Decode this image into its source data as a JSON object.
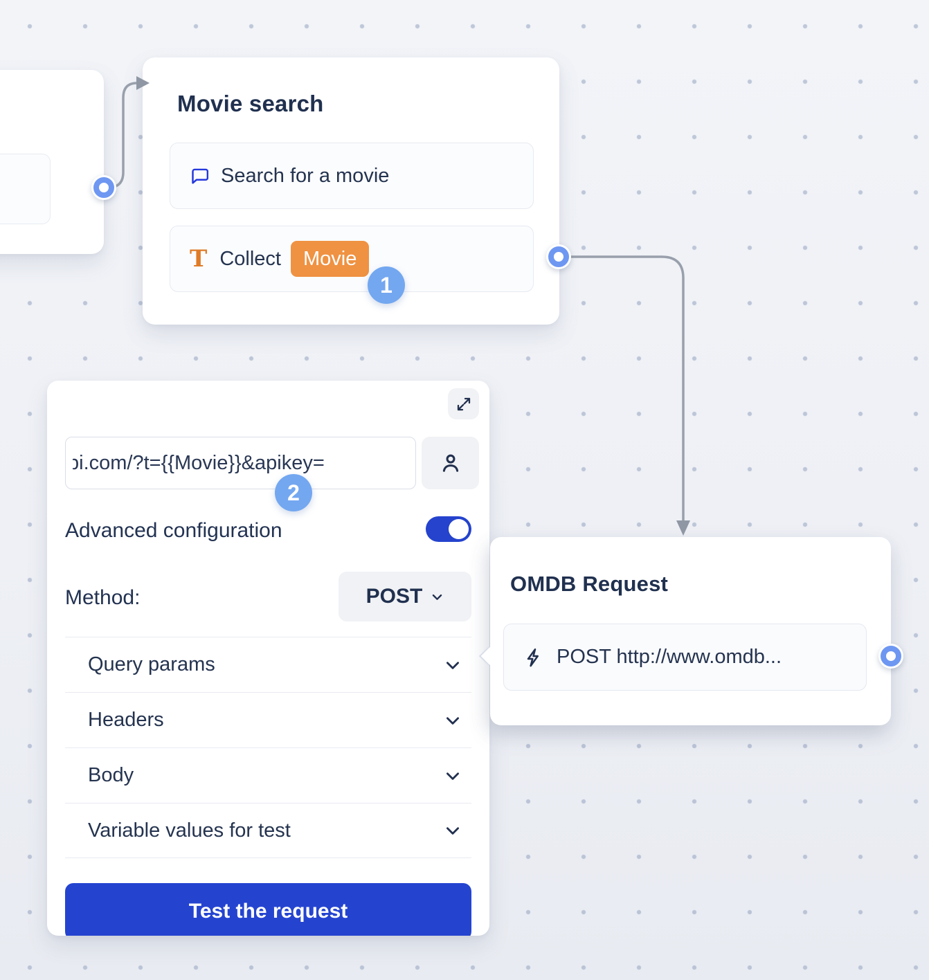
{
  "colors": {
    "accent_blue": "#2444d0",
    "toggle_blue": "#2543cd",
    "step_badge_blue": "#73a7f0",
    "port_ring_blue": "#6e97f2",
    "variable_badge_orange": "#ef9242",
    "collect_icon_orange": "#df7b28",
    "bubble_icon_blue": "#2438dd",
    "text_navy": "#22304f",
    "connector_gray": "#99a0ac"
  },
  "nodes": {
    "movie_search": {
      "title": "Movie search",
      "step_badge": "1",
      "items": [
        {
          "icon": "chat-bubble-icon",
          "label": "Search for a movie"
        },
        {
          "icon": "text-collect-icon",
          "icon_glyph": "T",
          "label": "Collect",
          "variable": "Movie"
        }
      ]
    },
    "omdb_request": {
      "title": "OMDB Request",
      "request_icon": "lightning-icon",
      "request_label": "POST http://www.omdb..."
    }
  },
  "panel": {
    "step_badge": "2",
    "url_input": {
      "value": "pi.com/?t={{Movie}}&apikey="
    },
    "advanced_configuration_label": "Advanced configuration",
    "advanced_configuration_enabled": true,
    "method_label": "Method:",
    "method_value": "POST",
    "sections": [
      {
        "label": "Query params"
      },
      {
        "label": "Headers"
      },
      {
        "label": "Body"
      },
      {
        "label": "Variable values for test"
      }
    ],
    "test_button_label": "Test the request"
  }
}
